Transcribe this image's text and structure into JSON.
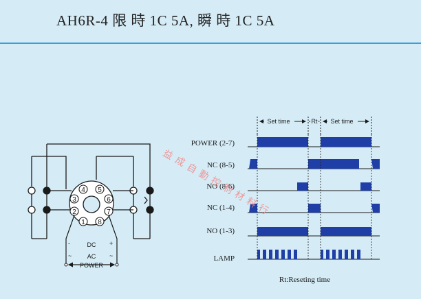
{
  "title": "AH6R-4 限 時 1C 5A, 瞬 時 1C 5A",
  "wiring": {
    "pins": [
      "1",
      "2",
      "3",
      "4",
      "5",
      "6",
      "7",
      "8"
    ],
    "dc_label": "DC",
    "ac_label": "AC",
    "minus": "-",
    "plus": "+",
    "tilde_left": "~",
    "tilde_right": "~",
    "power_label": "POWER"
  },
  "timing": {
    "header_set_time_1": "Set time",
    "header_rt": "Rt",
    "header_set_time_2": "Set time",
    "signals": [
      "POWER (2-7)",
      "NC (8-5)",
      "NO (8-6)",
      "NC (1-4)",
      "NO (1-3)",
      "LAMP"
    ],
    "footnote": "Rt:Reseting time"
  },
  "watermark": "益成自動控制材料行",
  "colors": {
    "background": "#d5ecf7",
    "rule": "#3d9fd6",
    "pulse": "#1f3fa6"
  }
}
